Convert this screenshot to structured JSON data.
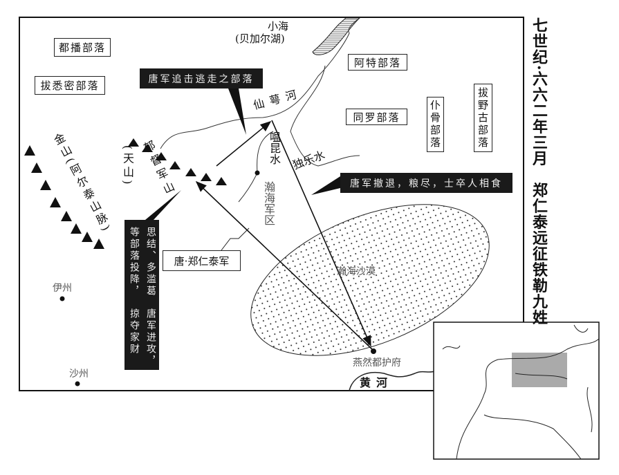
{
  "title": "七世纪·六六二年三月　郑仁泰远征铁勒九姓",
  "tribes": {
    "dubo": "都播部落",
    "baximi": "拔悉密部落",
    "ate": "阿特部落",
    "tongluo": "同罗部落",
    "pugu": "仆骨部落",
    "bayegu": "拔野古部落"
  },
  "callouts": {
    "pursuit": "唐军追击逃走之部落",
    "retreat": "唐军撤退，粮尽，士卒人相食",
    "attack_col1": "思结、多滥葛等部落投降，",
    "attack_col2": "唐军进攻，掠夺家财",
    "army": "唐·郑仁泰军"
  },
  "geography": {
    "lake_name": "小海",
    "lake_alt": "(贝加尔湖)",
    "river_xiane": "仙萼河",
    "river_wenkun": "嗢昆水",
    "river_dule": "独乐水",
    "hanhai_military": "瀚海军区",
    "altai": "金山(阿尔泰山脉)",
    "yudujun": "郁督军山",
    "yudujun_alt": "(天山)",
    "desert": "瀚海沙漠",
    "yellow_river": "黄河"
  },
  "places": {
    "yizhou": "伊州",
    "shazhou": "沙州",
    "yanran": "燕然都护府"
  }
}
